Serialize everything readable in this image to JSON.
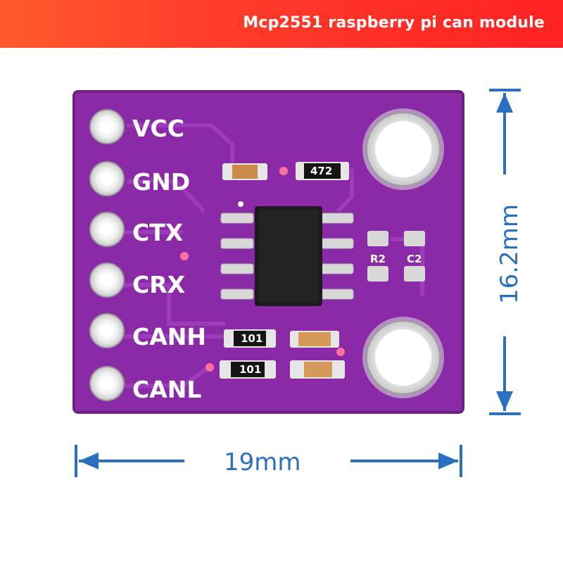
{
  "banner": {
    "title": "Mcp2551 raspberry pi can module"
  },
  "board": {
    "pins": [
      {
        "label": "VCC"
      },
      {
        "label": "GND"
      },
      {
        "label": "CTX"
      },
      {
        "label": "CRX"
      },
      {
        "label": "CANH"
      },
      {
        "label": "CANL"
      }
    ],
    "component_labels": {
      "r2": "R2",
      "c2": "C2",
      "smd_top": "472",
      "smd_mid": "101",
      "smd_low": "101"
    }
  },
  "dimensions": {
    "height": "16.2mm",
    "width": "19mm"
  },
  "colors": {
    "banner": "#ff3e2a",
    "pcb": "#8a2aa6",
    "dimension": "#2a6fc0"
  }
}
